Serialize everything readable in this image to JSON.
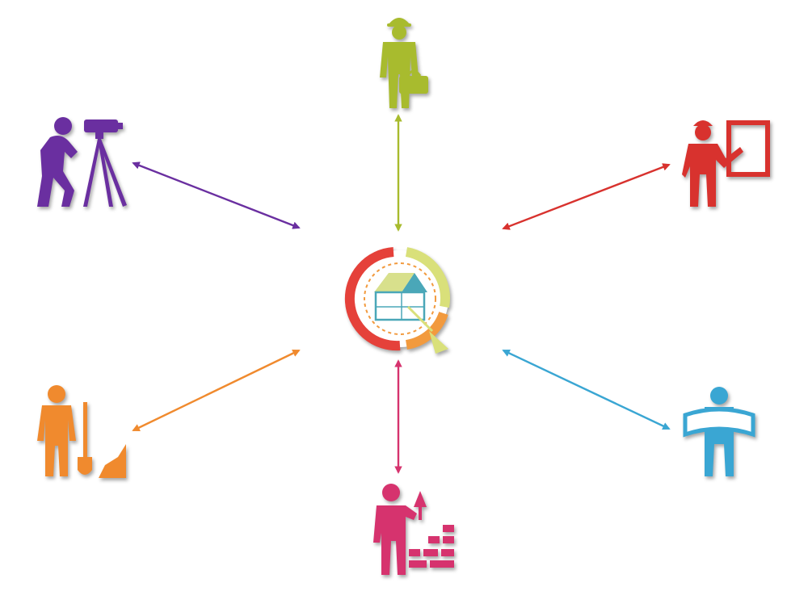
{
  "colors": {
    "surveyor": "#6a2fa0",
    "engineer_worker": "#a8bb2e",
    "presenter": "#d8322e",
    "laborer": "#f08a2e",
    "bricklayer": "#d6336e",
    "architect": "#3aa6d3",
    "hub_red": "#e5413a",
    "hub_yellow": "#d9e07a",
    "hub_orange": "#f29a3e",
    "hub_house_roof": "#d8e08c",
    "hub_house_wall": "#4aa7b8"
  },
  "hub": {
    "icon": "construction-cycle-house-icon"
  },
  "actors": [
    {
      "id": "surveyor",
      "icon": "surveyor-with-theodolite-icon"
    },
    {
      "id": "engineer_worker",
      "icon": "worker-with-toolbox-icon"
    },
    {
      "id": "presenter",
      "icon": "engineer-presenting-board-icon"
    },
    {
      "id": "laborer",
      "icon": "laborer-with-shovel-icon"
    },
    {
      "id": "bricklayer",
      "icon": "bricklayer-with-trowel-icon"
    },
    {
      "id": "architect",
      "icon": "architect-with-blueprint-icon"
    }
  ],
  "connectors": [
    {
      "id": "surveyor",
      "style": "double-arrow"
    },
    {
      "id": "engineer_worker",
      "style": "double-arrow"
    },
    {
      "id": "presenter",
      "style": "double-arrow"
    },
    {
      "id": "laborer",
      "style": "double-arrow"
    },
    {
      "id": "bricklayer",
      "style": "double-arrow"
    },
    {
      "id": "architect",
      "style": "double-arrow"
    }
  ]
}
